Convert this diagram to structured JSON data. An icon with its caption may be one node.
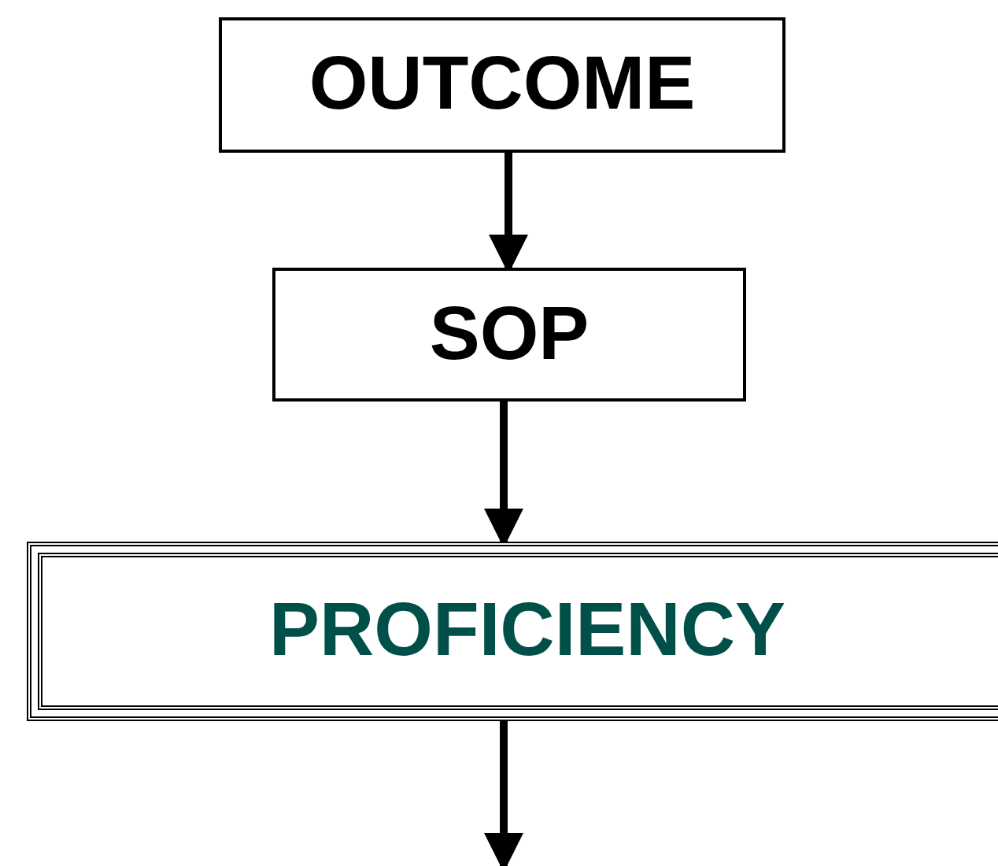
{
  "diagram": {
    "nodes": [
      {
        "text": [
          "OUTCOME"
        ]
      },
      {
        "text": [
          "SOP"
        ]
      },
      {
        "text": [
          "PROFICIENCY"
        ]
      }
    ],
    "edges": [
      {
        "from": 0,
        "to": 1,
        "arrow": "to"
      },
      {
        "from": 1,
        "to": 2,
        "arrow": "to"
      },
      {
        "from": 2,
        "to": null,
        "arrow": "to"
      }
    ]
  }
}
